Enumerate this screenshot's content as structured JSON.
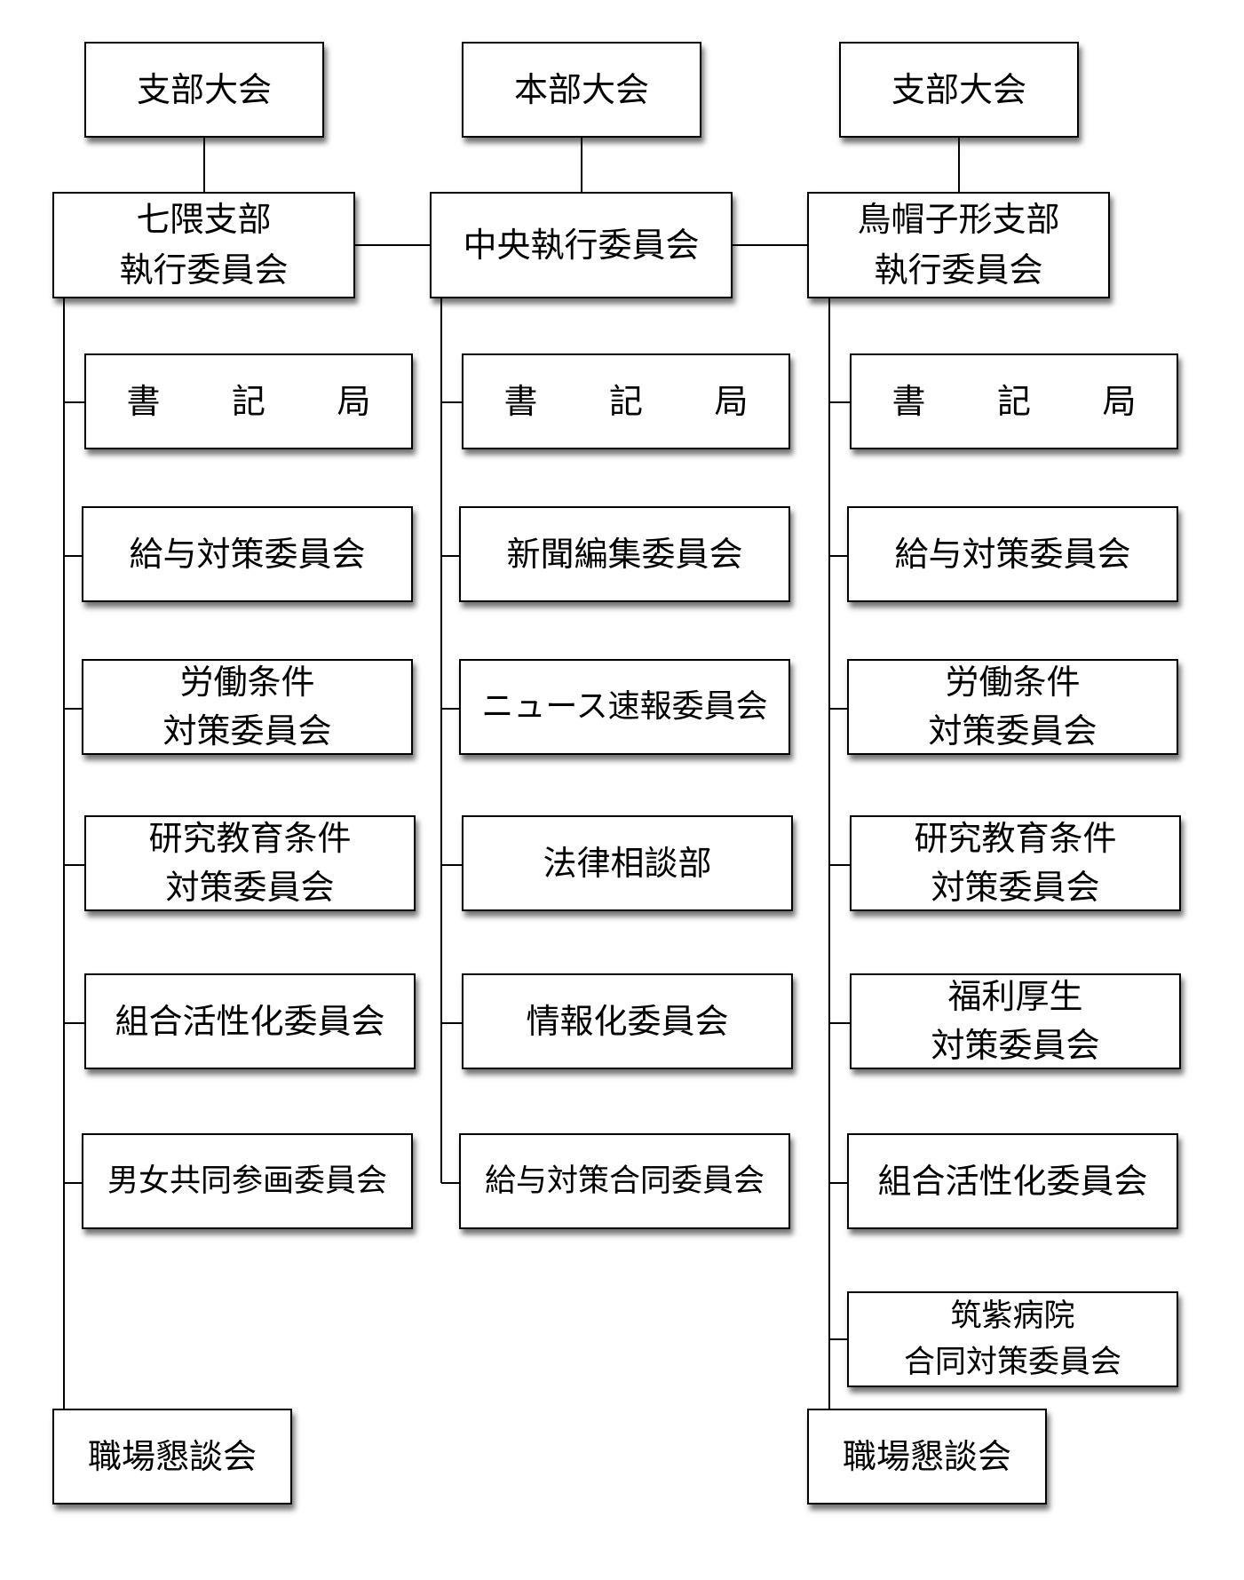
{
  "diagram": {
    "top": {
      "left": "支部大会",
      "center": "本部大会",
      "right": "支部大会"
    },
    "executives": {
      "left": [
        "七隈支部",
        "執行委員会"
      ],
      "center": [
        "中央執行委員会"
      ],
      "right": [
        "鳥帽子形支部",
        "執行委員会"
      ]
    },
    "left_column": [
      [
        "書 記 局"
      ],
      [
        "給与対策委員会"
      ],
      [
        "労働条件",
        "対策委員会"
      ],
      [
        "研究教育条件",
        "対策委員会"
      ],
      [
        "組合活性化委員会"
      ],
      [
        "男女共同参画委員会"
      ]
    ],
    "center_column": [
      [
        "書 記 局"
      ],
      [
        "新聞編集委員会"
      ],
      [
        "ニュース速報委員会"
      ],
      [
        "法律相談部"
      ],
      [
        "情報化委員会"
      ],
      [
        "給与対策合同委員会"
      ]
    ],
    "right_column": [
      [
        "書 記 局"
      ],
      [
        "給与対策委員会"
      ],
      [
        "労働条件",
        "対策委員会"
      ],
      [
        "研究教育条件",
        "対策委員会"
      ],
      [
        "福利厚生",
        "対策委員会"
      ],
      [
        "組合活性化委員会"
      ],
      [
        "筑紫病院",
        "合同対策委員会"
      ]
    ],
    "bottom": {
      "left": "職場懇談会",
      "right": "職場懇談会"
    }
  }
}
